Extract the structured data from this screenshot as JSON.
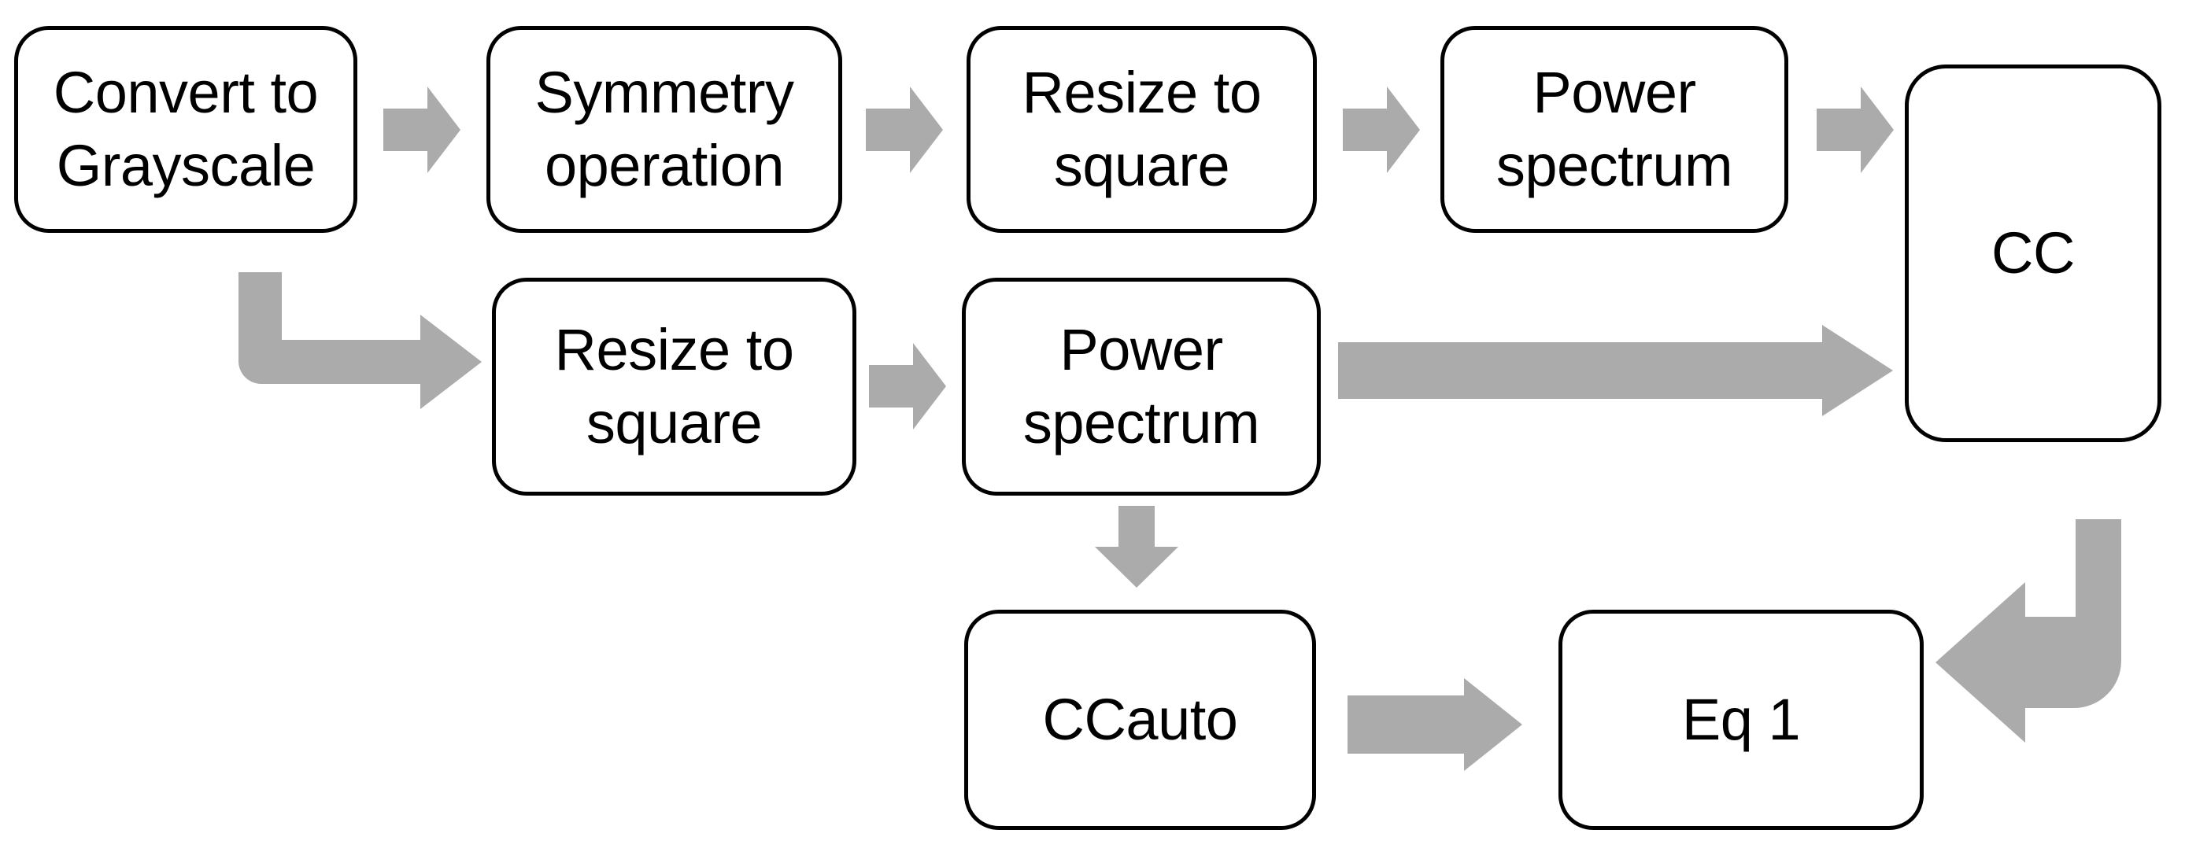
{
  "diagram": {
    "title": "Image processing pipeline flowchart",
    "colors": {
      "arrow_gray": "#ABABAB",
      "node_border": "#000000",
      "node_fill": "#FFFFFF",
      "text": "#000000",
      "background": "#FFFFFF"
    },
    "nodes": [
      {
        "id": "convert-to-grayscale",
        "label": "Convert to\nGrayscale",
        "row": 1
      },
      {
        "id": "symmetry-operation",
        "label": "Symmetry\noperation",
        "row": 1
      },
      {
        "id": "resize-to-square-top",
        "label": "Resize to\nsquare",
        "row": 1
      },
      {
        "id": "power-spectrum-top",
        "label": "Power\nspectrum",
        "row": 1
      },
      {
        "id": "cc",
        "label": "CC",
        "row": "1-2"
      },
      {
        "id": "resize-to-square-mid",
        "label": "Resize to\nsquare",
        "row": 2
      },
      {
        "id": "power-spectrum-mid",
        "label": "Power\nspectrum",
        "row": 2
      },
      {
        "id": "ccauto",
        "label": "CCauto",
        "row": 3
      },
      {
        "id": "eq1",
        "label": "Eq 1",
        "row": 3
      }
    ],
    "edges": [
      {
        "id": "e1",
        "from": "convert-to-grayscale",
        "to": "symmetry-operation",
        "kind": "straight-right"
      },
      {
        "id": "e2",
        "from": "symmetry-operation",
        "to": "resize-to-square-top",
        "kind": "straight-right"
      },
      {
        "id": "e3",
        "from": "resize-to-square-top",
        "to": "power-spectrum-top",
        "kind": "straight-right"
      },
      {
        "id": "e4",
        "from": "power-spectrum-top",
        "to": "cc",
        "kind": "straight-right"
      },
      {
        "id": "e5",
        "from": "convert-to-grayscale",
        "to": "resize-to-square-mid",
        "kind": "elbow-down-right"
      },
      {
        "id": "e6",
        "from": "resize-to-square-mid",
        "to": "power-spectrum-mid",
        "kind": "straight-right"
      },
      {
        "id": "e7",
        "from": "power-spectrum-mid",
        "to": "cc",
        "kind": "long-right"
      },
      {
        "id": "e8",
        "from": "power-spectrum-mid",
        "to": "ccauto",
        "kind": "straight-down"
      },
      {
        "id": "e9",
        "from": "ccauto",
        "to": "eq1",
        "kind": "straight-right"
      },
      {
        "id": "e10",
        "from": "cc",
        "to": "eq1",
        "kind": "elbow-down-left"
      }
    ]
  }
}
